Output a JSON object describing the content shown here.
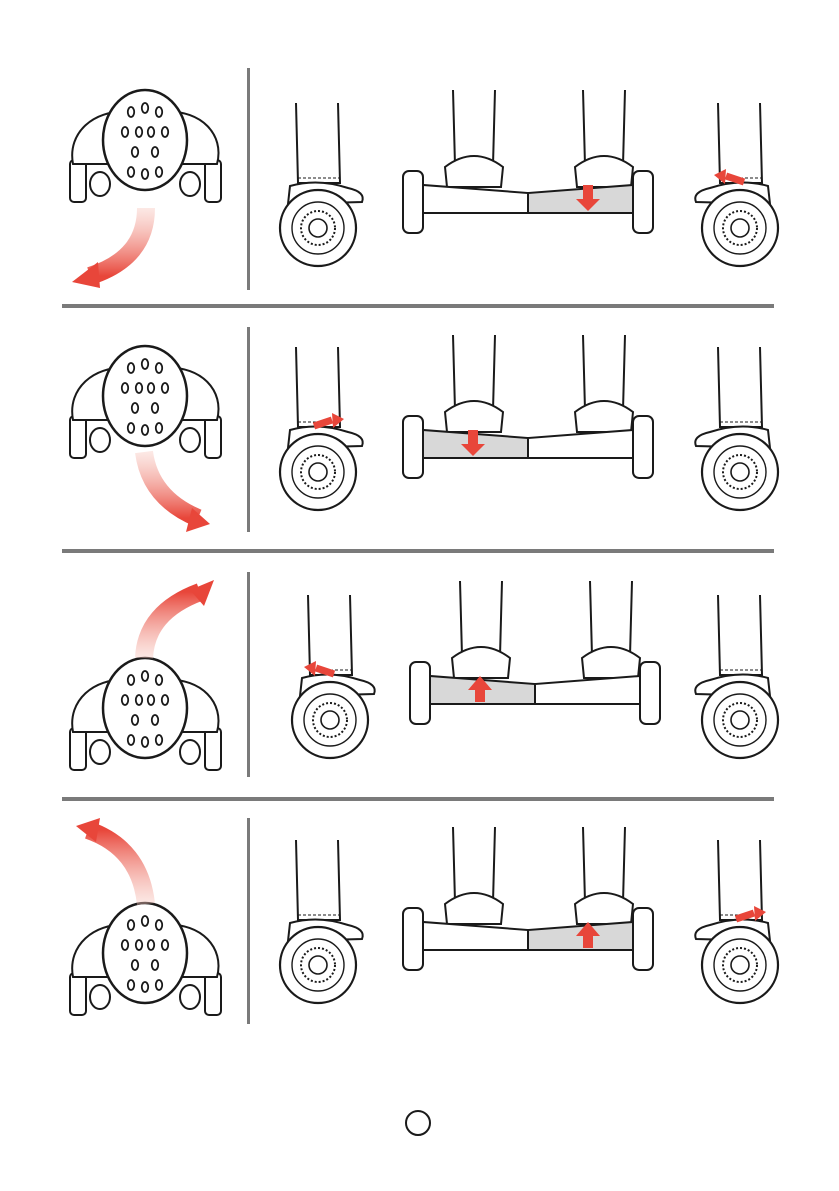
{
  "rows": [
    {
      "id": "turn-left",
      "arrow": "down-left",
      "board_arrow": "down",
      "board_arrow_foot": "right"
    },
    {
      "id": "turn-right",
      "arrow": "down-right",
      "board_arrow": "down",
      "board_arrow_foot": "left"
    },
    {
      "id": "forward-left",
      "arrow": "up-right",
      "board_arrow": "up",
      "board_arrow_foot": "left"
    },
    {
      "id": "forward-right",
      "arrow": "up-left",
      "board_arrow": "up",
      "board_arrow_foot": "right"
    }
  ],
  "colors": {
    "arrow": "#e8463a",
    "arrow_light": "#f7c6bd",
    "line": "#1a1a1a",
    "divider": "#7a7a7a",
    "board_shade": "#d8d8d8"
  },
  "page_number": ""
}
